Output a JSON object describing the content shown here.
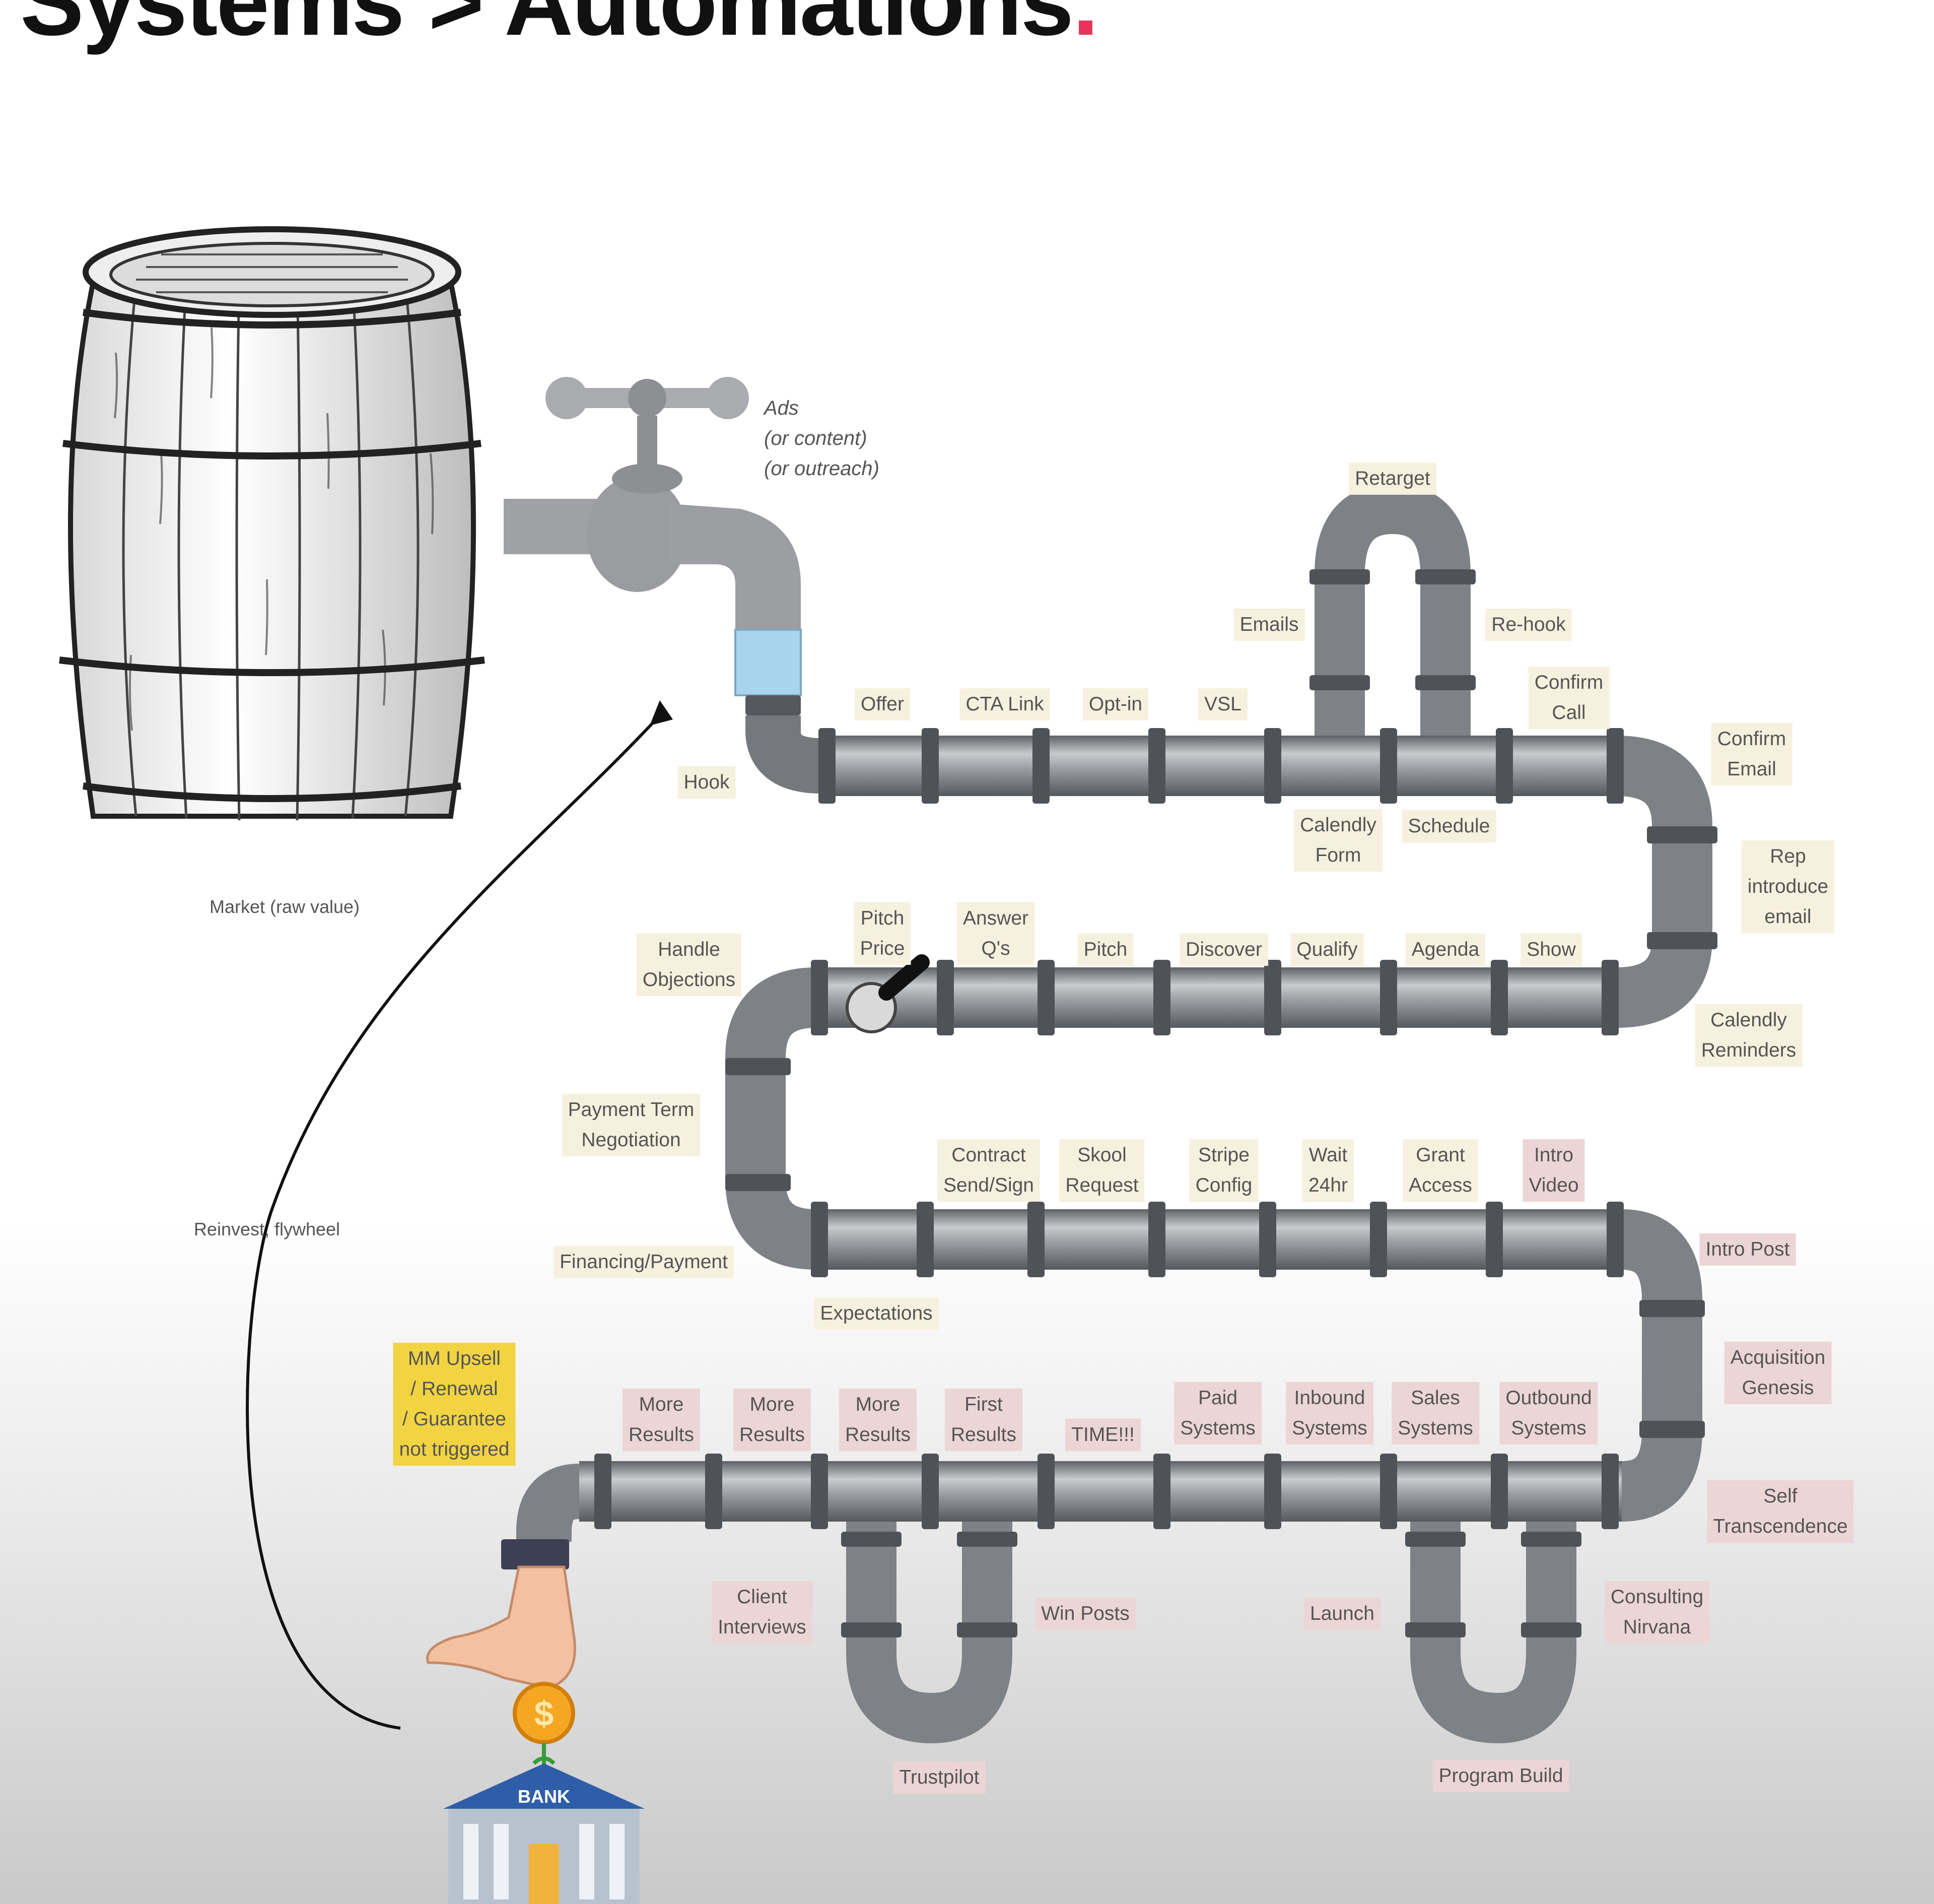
{
  "title": {
    "text": "Systems > Automations",
    "dot": "."
  },
  "colors": {
    "pipe": "#8f9297",
    "pipe_light": "#c4c6c9",
    "pipe_dark": "#55585c",
    "water": "#a8d4ee",
    "accent": "#e8345a",
    "tan": "#f6f0de",
    "pink": "#ecd5d5",
    "yellow": "#f2d443"
  },
  "icons": [
    "barrel-icon",
    "faucet-icon",
    "hand-icon",
    "coin-icon",
    "bank-icon",
    "marker-icon"
  ],
  "bank": {
    "sign": "BANK",
    "coin": "$"
  },
  "labels": {
    "market": "Market (raw value)",
    "ads": [
      "Ads",
      "(or content)",
      "(or outreach)"
    ],
    "hook": "Hook",
    "reinvest": "Reinvest, flywheel",
    "retarget": "Retarget",
    "emails": "Emails",
    "rehook": "Re-hook",
    "confirm_call": [
      "Confirm",
      "Call"
    ],
    "offer": "Offer",
    "cta_link": "CTA Link",
    "opt_in": "Opt-in",
    "vsl": "VSL",
    "confirm_email": [
      "Confirm",
      "Email"
    ],
    "calendly_form": [
      "Calendly",
      "Form"
    ],
    "schedule": "Schedule",
    "rep_intro": [
      "Rep",
      "introduce",
      "email"
    ],
    "handle_objections": [
      "Handle",
      "Objections"
    ],
    "pitch_price": [
      "Pitch",
      "Price"
    ],
    "answer_qs": [
      "Answer",
      "Q's"
    ],
    "pitch": "Pitch",
    "discover": "Discover",
    "qualify": "Qualify",
    "agenda": "Agenda",
    "show": "Show",
    "calendly_reminders": [
      "Calendly",
      "Reminders"
    ],
    "payment_term": [
      "Payment Term",
      "Negotiation"
    ],
    "contract": [
      "Contract",
      "Send/Sign"
    ],
    "skool": [
      "Skool",
      "Request"
    ],
    "stripe": [
      "Stripe",
      "Config"
    ],
    "wait": [
      "Wait",
      "24hr"
    ],
    "grant": [
      "Grant",
      "Access"
    ],
    "intro_video": [
      "Intro",
      "Video"
    ],
    "financing": "Financing/Payment",
    "intro_post": "Intro Post",
    "expectations": "Expectations",
    "acquisition": [
      "Acquisition",
      "Genesis"
    ],
    "mm_upsell": [
      "MM Upsell",
      "/ Renewal",
      "/ Guarantee",
      "not triggered"
    ],
    "more_results_1": [
      "More",
      "Results"
    ],
    "more_results_2": [
      "More",
      "Results"
    ],
    "more_results_3": [
      "More",
      "Results"
    ],
    "first_results": [
      "First",
      "Results"
    ],
    "time": "TIME!!!",
    "paid_systems": [
      "Paid",
      "Systems"
    ],
    "inbound_systems": [
      "Inbound",
      "Systems"
    ],
    "sales_systems": [
      "Sales",
      "Systems"
    ],
    "outbound_systems": [
      "Outbound",
      "Systems"
    ],
    "self_transcendence": [
      "Self",
      "Transcendence"
    ],
    "client_interviews": [
      "Client",
      "Interviews"
    ],
    "win_posts": "Win Posts",
    "launch": "Launch",
    "consulting_nirvana": [
      "Consulting",
      "Nirvana"
    ],
    "trustpilot": "Trustpilot",
    "program_build": "Program Build"
  }
}
